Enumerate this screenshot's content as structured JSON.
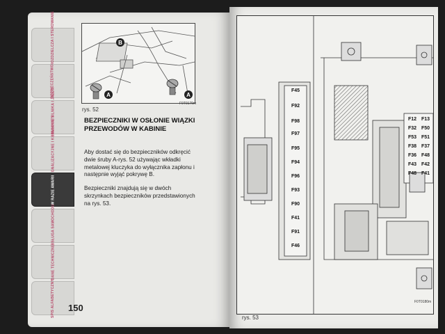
{
  "tabs": [
    {
      "label": "DESKA ROZDZIELCZA I STEROWANIE"
    },
    {
      "label": "BEZPIECZEŃSTWO"
    },
    {
      "label": "URUCHAMIANIE SILNIKA I JAZDA"
    },
    {
      "label": "LAMPKI SYGNALIZACYJNE I KOMUNIKATY"
    },
    {
      "label": "W RAZIE AWARII"
    },
    {
      "label": "OBSŁUGA SAMOCHODU"
    },
    {
      "label": "DANE TECHNICZNE"
    },
    {
      "label": "SPIS ALFABETYCZNY"
    }
  ],
  "page_number": "150",
  "fig52": {
    "caption": "rys. 52",
    "code": "F0T0179m",
    "label_a": "A",
    "label_b": "B"
  },
  "section": {
    "title": "BEZPIECZNIKI W OSŁONIE WIĄZKI PRZEWODÓW W KABINIE",
    "para1": "Aby dostać się do bezpieczników odkręcić dwie śruby A-rys. 52 używając wkładki metalowej kluczyka do wyłącznika zapłonu i następnie wyjąć pokrywę B.",
    "para2": "Bezpieczniki znajdują się w dwóch skrzynkach bezpieczników przedstawionych na rys. 53."
  },
  "fig53": {
    "caption": "rys. 53",
    "code": "F0T0180m",
    "left_fuses": [
      "F45",
      "F92",
      "F98",
      "F97",
      "F95",
      "F94",
      "F96",
      "F93",
      "F90",
      "F41",
      "F91",
      "F46"
    ],
    "right_fuses": [
      [
        "F12",
        "F13"
      ],
      [
        "F32",
        "F50"
      ],
      [
        "F53",
        "F51"
      ],
      [
        "F38",
        "F37"
      ],
      [
        "F36",
        "F48"
      ],
      [
        "F43",
        "F42"
      ],
      [
        "F48",
        "F41"
      ]
    ]
  }
}
